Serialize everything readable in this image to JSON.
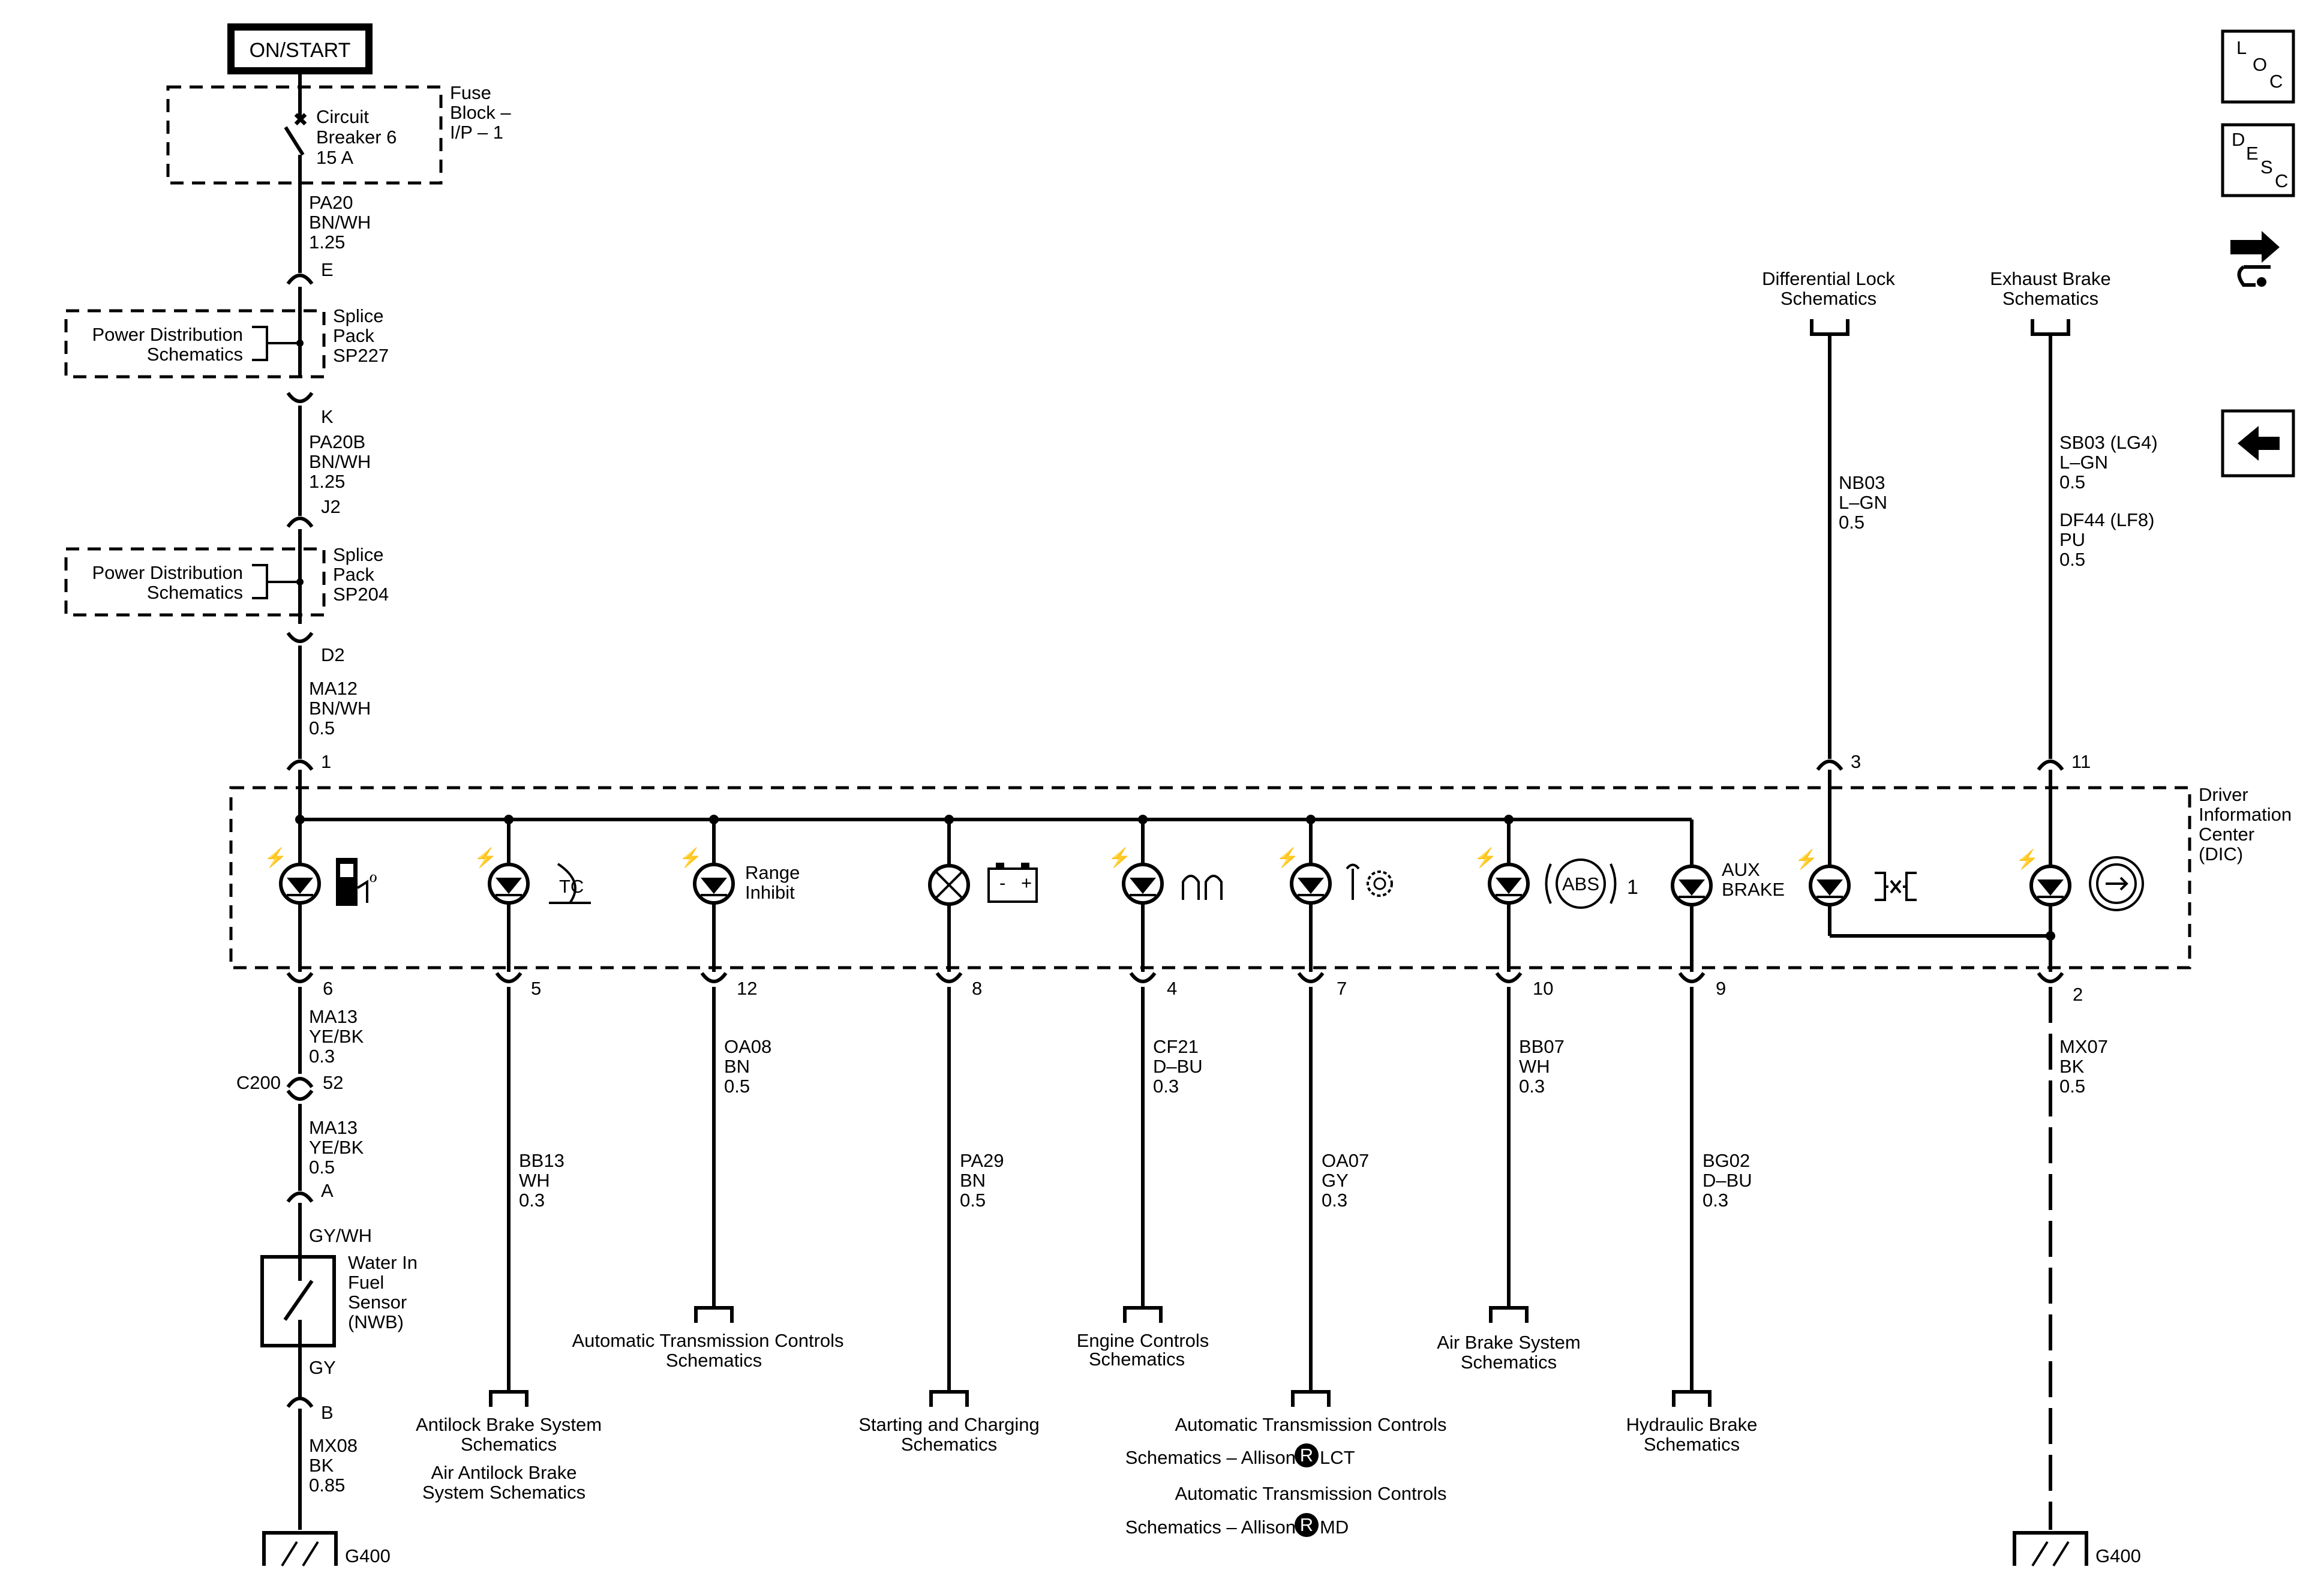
{
  "power": {
    "on_start": "ON/START",
    "fuse_block": [
      "Fuse",
      "Block –",
      "I/P – 1"
    ],
    "breaker": [
      "Circuit",
      "Breaker 6",
      "15 A"
    ]
  },
  "wires": {
    "pa20": [
      "PA20",
      "BN/WH",
      "1.25"
    ],
    "pa20b": [
      "PA20B",
      "BN/WH",
      "1.25"
    ],
    "ma12": [
      "MA12",
      "BN/WH",
      "0.5"
    ],
    "ma13_top": [
      "MA13",
      "YE/BK",
      "0.3"
    ],
    "ma13_bottom": [
      "MA13",
      "YE/BK",
      "0.5"
    ],
    "gywh": "GY/WH",
    "gy": "GY",
    "mx08": [
      "MX08",
      "BK",
      "0.85"
    ],
    "bb13": [
      "BB13",
      "WH",
      "0.3"
    ],
    "oa08": [
      "OA08",
      "BN",
      "0.5"
    ],
    "pa29": [
      "PA29",
      "BN",
      "0.5"
    ],
    "cf21": [
      "CF21",
      "D–BU",
      "0.3"
    ],
    "oa07": [
      "OA07",
      "GY",
      "0.3"
    ],
    "bb07": [
      "BB07",
      "WH",
      "0.3"
    ],
    "bg02": [
      "BG02",
      "D–BU",
      "0.3"
    ],
    "nb03": [
      "NB03",
      "L–GN",
      "0.5"
    ],
    "sb03": [
      "SB03 (LG4)",
      "L–GN",
      "0.5"
    ],
    "df44": [
      "DF44 (LF8)",
      "PU",
      "0.5"
    ],
    "mx07": [
      "MX07",
      "BK",
      "0.5"
    ]
  },
  "connectors": {
    "e": "E",
    "k": "K",
    "j2": "J2",
    "d2": "D2",
    "a": "A",
    "b": "B",
    "c200": "C200",
    "c200_pin": "52",
    "dic_pins": [
      "1",
      "6",
      "5",
      "12",
      "8",
      "4",
      "7",
      "10",
      "9",
      "3",
      "11",
      "2"
    ]
  },
  "splices": {
    "sp227": [
      "Splice",
      "Pack",
      "SP227"
    ],
    "sp204": [
      "Splice",
      "Pack",
      "SP204"
    ],
    "power_dist": [
      "Power Distribution",
      "Schematics"
    ]
  },
  "sensor": [
    "Water In",
    "Fuel",
    "Sensor",
    "(NWB)"
  ],
  "grounds": {
    "left": "G400",
    "right": "G400"
  },
  "dic": {
    "label": [
      "Driver",
      "Information",
      "Center",
      "(DIC)"
    ],
    "range_inhibit": [
      "Range",
      "Inhibit"
    ],
    "aux_brake": [
      "AUX",
      "BRAKE"
    ],
    "abs": "ABS",
    "abs_suffix": "1",
    "tc": "TC"
  },
  "destinations": {
    "antilock": [
      "Antilock Brake System",
      "Schematics"
    ],
    "air_antilock": [
      "Air Antilock Brake",
      "System Schematics"
    ],
    "auto_trans": [
      "Automatic Transmission Controls",
      "Schematics"
    ],
    "starting": [
      "Starting and Charging",
      "Schematics"
    ],
    "engine": [
      "Engine Controls",
      "Schematics"
    ],
    "allison_lct": [
      "Automatic Transmission Controls",
      "Schematics – Allison",
      "LCT"
    ],
    "allison_md": [
      "Automatic Transmission Controls",
      "Schematics – Allison",
      "MD"
    ],
    "registered": "R",
    "air_brake": [
      "Air Brake System",
      "Schematics"
    ],
    "hydraulic": [
      "Hydraulic Brake",
      "Schematics"
    ],
    "diff_lock": [
      "Differential Lock",
      "Schematics"
    ],
    "exhaust_brake": [
      "Exhaust Brake",
      "Schematics"
    ]
  },
  "nav": {
    "loc": [
      "L",
      "O",
      "C"
    ],
    "desc": [
      "D",
      "E",
      "S",
      "C"
    ]
  }
}
